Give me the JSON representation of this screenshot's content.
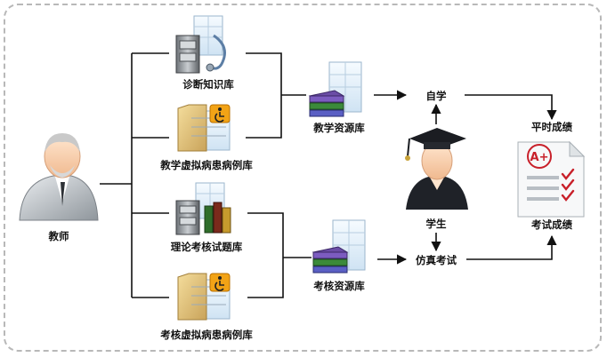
{
  "nodes": {
    "teacher": {
      "label": "教师",
      "icon": "teacher-icon"
    },
    "diag_kb": {
      "label": "诊断知识库",
      "icon": "diagnosis-cabinet-icon"
    },
    "teach_cases": {
      "label": "教学虚拟病患病例库",
      "icon": "case-folder-icon"
    },
    "theory_bank": {
      "label": "理论考核试题库",
      "icon": "exam-books-icon"
    },
    "exam_cases": {
      "label": "考核虚拟病患病例库",
      "icon": "case-folder-icon"
    },
    "teach_res": {
      "label": "教学资源库",
      "icon": "resource-books-icon"
    },
    "exam_res": {
      "label": "考核资源库",
      "icon": "resource-books-icon"
    },
    "student": {
      "label": "学生",
      "icon": "graduate-student-icon"
    },
    "self_study": {
      "label": "自学"
    },
    "sim_exam": {
      "label": "仿真考试"
    },
    "daily_score": {
      "label": "平时成绩"
    },
    "exam_score": {
      "label": "考试成绩"
    },
    "grade_doc": {
      "icon": "graded-paper-icon",
      "grade_mark": "A+"
    }
  },
  "colors": {
    "line": "#111111",
    "frame": "#b8b8b8",
    "grade_red": "#c8202a"
  }
}
